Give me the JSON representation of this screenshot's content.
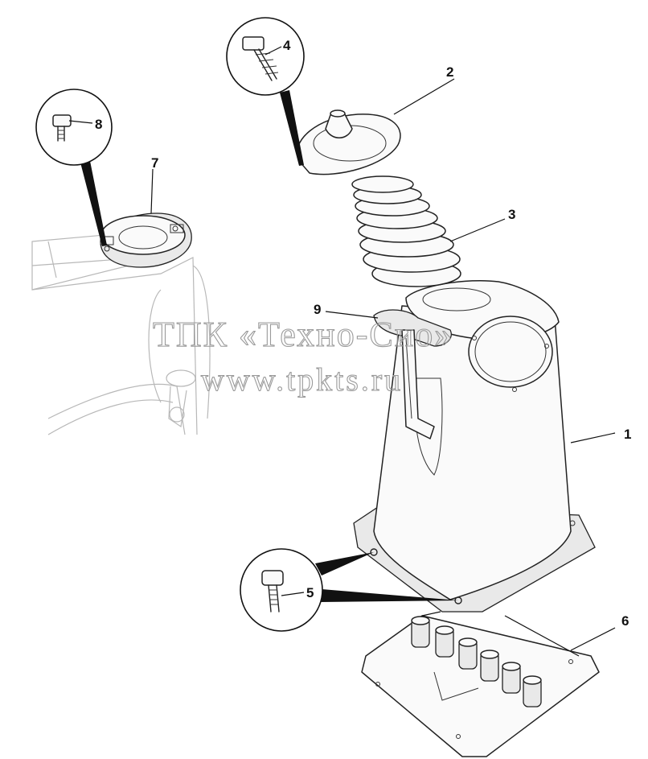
{
  "watermark": {
    "line1": "ТПК «Техно-Сио»",
    "line2": "www.tpkts.ru"
  },
  "parts": [
    {
      "label": "1"
    },
    {
      "label": "2"
    },
    {
      "label": "3"
    },
    {
      "label": "4"
    },
    {
      "label": "5"
    },
    {
      "label": "6"
    },
    {
      "label": "7"
    },
    {
      "label": "8"
    },
    {
      "label": "9"
    }
  ],
  "colors": {
    "line": "#222222",
    "watermark": "#9a9a9a",
    "ghost": "#b8b8b8"
  }
}
